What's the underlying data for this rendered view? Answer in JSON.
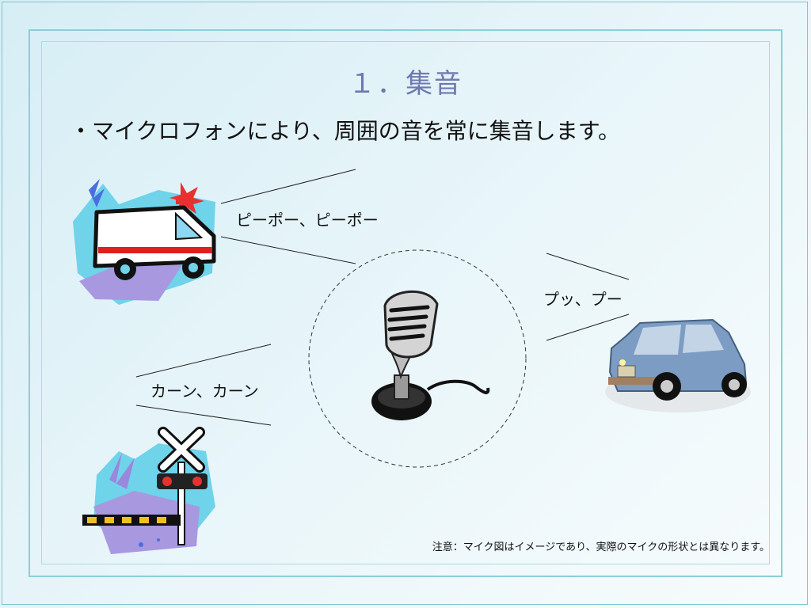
{
  "slide": {
    "title": "１．集音",
    "bullet": "・マイクロフォンにより、周囲の音を常に集音します。",
    "sounds": {
      "ambulance": "ピーポー、ピーポー",
      "car": "プッ、プー",
      "crossing": "カーン、カーン"
    },
    "note": "注意：マイク図はイメージであり、実際のマイクの形状とは異なります。"
  },
  "icons": [
    "ambulance-icon",
    "car-icon",
    "railroad-crossing-icon",
    "microphone-icon"
  ],
  "colors": {
    "title": "#6f78b0",
    "background": "#e4f3f8",
    "frame": "#8ccfd8"
  }
}
